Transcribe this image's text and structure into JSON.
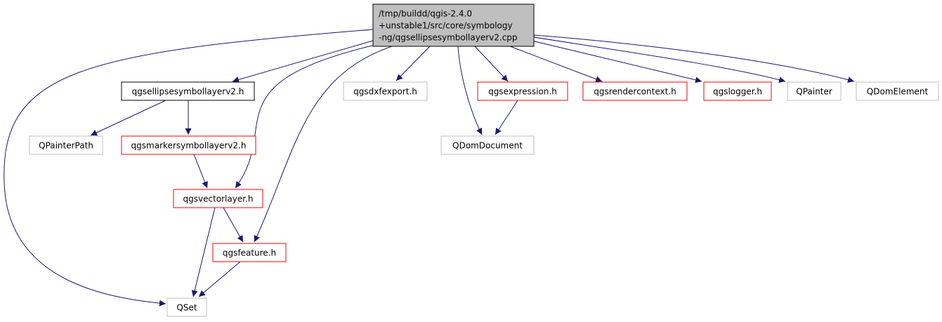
{
  "colors": {
    "root_fill": "#bfbfbf",
    "root_border": "#000000",
    "edge": "#191970",
    "black_border": "#000000",
    "red_border": "#ff0000",
    "gray_border": "#bfbfbf"
  },
  "nodes": [
    {
      "id": "root",
      "lines": [
        "/tmp/buildd/qgis-2.4.0",
        "+unstable1/src/core/symbology",
        "-ng/qgsellipsesymbollayerv2.cpp"
      ],
      "style": "root"
    },
    {
      "id": "qgsellipsesymbollayerv2_h",
      "lines": [
        "qgsellipsesymbollayerv2.h"
      ],
      "style": "black"
    },
    {
      "id": "qgsdxfexport_h",
      "lines": [
        "qgsdxfexport.h"
      ],
      "style": "gray"
    },
    {
      "id": "qgsexpression_h",
      "lines": [
        "qgsexpression.h"
      ],
      "style": "red"
    },
    {
      "id": "qgsrendercontext_h",
      "lines": [
        "qgsrendercontext.h"
      ],
      "style": "red"
    },
    {
      "id": "qgslogger_h",
      "lines": [
        "qgslogger.h"
      ],
      "style": "red"
    },
    {
      "id": "qpainter",
      "lines": [
        "QPainter"
      ],
      "style": "gray"
    },
    {
      "id": "qdomelement",
      "lines": [
        "QDomElement"
      ],
      "style": "gray"
    },
    {
      "id": "qpainterpath",
      "lines": [
        "QPainterPath"
      ],
      "style": "gray"
    },
    {
      "id": "qgsmarkersymbollayerv2_h",
      "lines": [
        "qgsmarkersymbollayerv2.h"
      ],
      "style": "red"
    },
    {
      "id": "qdomdocument",
      "lines": [
        "QDomDocument"
      ],
      "style": "gray"
    },
    {
      "id": "qgsvectorlayer_h",
      "lines": [
        "qgsvectorlayer.h"
      ],
      "style": "red"
    },
    {
      "id": "qgsfeature_h",
      "lines": [
        "qgsfeature.h"
      ],
      "style": "red"
    },
    {
      "id": "qset",
      "lines": [
        "QSet"
      ],
      "style": "gray"
    }
  ],
  "edges": [
    {
      "from": "root",
      "to": "qgsellipsesymbollayerv2_h"
    },
    {
      "from": "root",
      "to": "qgsdxfexport_h"
    },
    {
      "from": "root",
      "to": "qgsexpression_h"
    },
    {
      "from": "root",
      "to": "qgsrendercontext_h"
    },
    {
      "from": "root",
      "to": "qgslogger_h"
    },
    {
      "from": "root",
      "to": "qpainter"
    },
    {
      "from": "root",
      "to": "qdomelement"
    },
    {
      "from": "root",
      "to": "qdomdocument"
    },
    {
      "from": "root",
      "to": "qgsvectorlayer_h"
    },
    {
      "from": "root",
      "to": "qgsfeature_h"
    },
    {
      "from": "root",
      "to": "qset"
    },
    {
      "from": "qgsellipsesymbollayerv2_h",
      "to": "qpainterpath"
    },
    {
      "from": "qgsellipsesymbollayerv2_h",
      "to": "qgsmarkersymbollayerv2_h"
    },
    {
      "from": "qgsmarkersymbollayerv2_h",
      "to": "qgsvectorlayer_h"
    },
    {
      "from": "qgsexpression_h",
      "to": "qdomdocument"
    },
    {
      "from": "qgsvectorlayer_h",
      "to": "qgsfeature_h"
    },
    {
      "from": "qgsvectorlayer_h",
      "to": "qset"
    },
    {
      "from": "qgsfeature_h",
      "to": "qset"
    }
  ]
}
